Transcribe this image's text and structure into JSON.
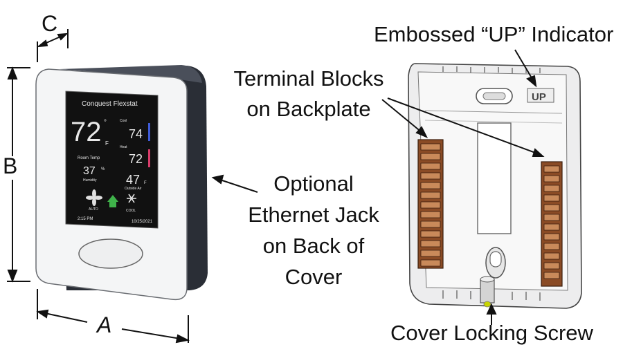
{
  "dimensions": {
    "a": "A",
    "b": "B",
    "c": "C"
  },
  "labels": {
    "up_indicator": "Embossed “UP” Indicator",
    "terminal_line1": "Terminal Blocks",
    "terminal_line2": "on Backplate",
    "ethernet_line1": "Optional",
    "ethernet_line2": "Ethernet Jack",
    "ethernet_line3": "on Back of",
    "ethernet_line4": "Cover",
    "locking_screw": "Cover Locking Screw"
  },
  "screen": {
    "brand": "Conquest Flexstat",
    "temp_value": "72",
    "temp_unit": "F",
    "temp_label": "Room Temp",
    "humidity_value": "37",
    "humidity_unit": "%",
    "humidity_label": "Humidity",
    "cool_label": "Cool",
    "cool_value": "74",
    "heat_label": "Heat",
    "heat_value": "72",
    "outside_value": "47",
    "outside_unit": "F",
    "outside_label": "Outside Air",
    "fan_label": "AUTO",
    "mode_label": "COOL",
    "time": "2:15 PM",
    "date": "10/25/2021"
  },
  "backplate": {
    "up_mark": "UP"
  },
  "colors": {
    "screen_bg": "#111111",
    "cool_bar": "#3f5bd6",
    "heat_bar": "#d83c6a",
    "house_icon": "#3fb34a",
    "terminal": "#8a4b25",
    "screw_tip": "#c8d400"
  }
}
